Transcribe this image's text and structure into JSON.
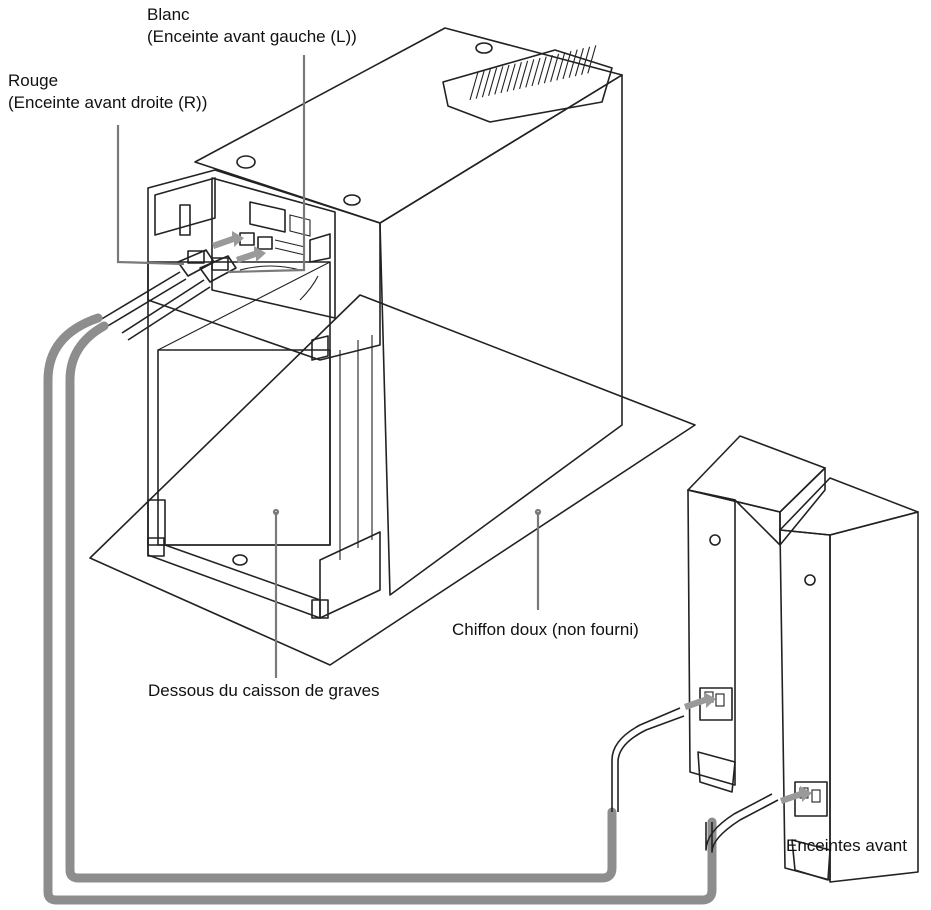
{
  "labels": {
    "white_name": "Blanc",
    "white_desc": "(Enceinte avant gauche (L))",
    "red_name": "Rouge",
    "red_desc": "(Enceinte avant droite (R))",
    "cloth": "Chiffon doux (non fourni)",
    "underside": "Dessous du caisson de graves",
    "front_speakers": "Enceintes avant"
  }
}
